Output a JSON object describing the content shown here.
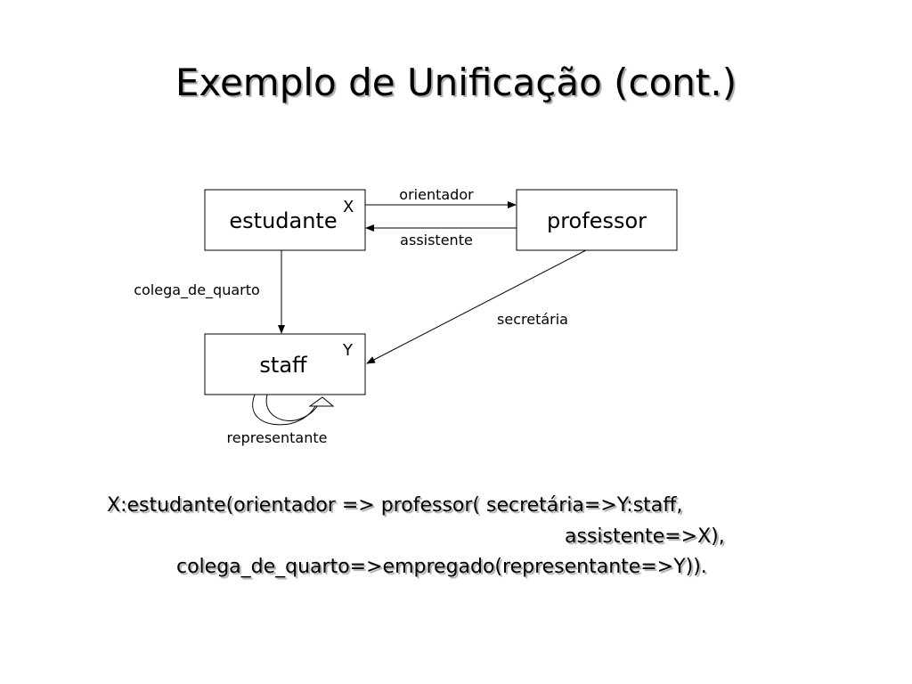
{
  "title": "Exemplo de Unificação (cont.)",
  "diagram": {
    "nodes": {
      "estudante": {
        "label": "estudante",
        "var": "X"
      },
      "professor": {
        "label": "professor"
      },
      "staff": {
        "label": "staff",
        "var": "Y"
      }
    },
    "edges": {
      "orientador": "orientador",
      "assistente": "assistente",
      "colega_de_quarto": "colega_de_quarto",
      "secretaria": "secretária",
      "representante": "representante"
    }
  },
  "code": {
    "line1": "X:estudante(orientador => professor( secretária=>Y:staff,",
    "line2": "assistente=>X),",
    "line3": "colega_de_quarto=>empregado(representante=>Y))."
  }
}
